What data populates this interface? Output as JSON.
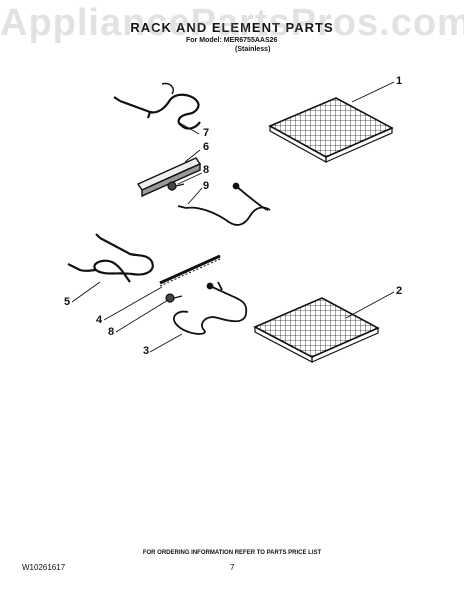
{
  "watermark": "AppliancePartsPros.com",
  "header": {
    "title": "RACK AND ELEMENT PARTS",
    "model_line": "For Model: MER6755AAS26",
    "variant_line": "(Stainless)"
  },
  "callouts": {
    "c1": "1",
    "c2": "2",
    "c3": "3",
    "c4": "4",
    "c5": "5",
    "c6": "6",
    "c7": "7",
    "c8a": "8",
    "c8b": "8",
    "c9": "9"
  },
  "footer": {
    "order_note": "FOR ORDERING INFORMATION REFER TO PARTS PRICE LIST",
    "doc_number": "W10261617",
    "page_number": "7"
  }
}
